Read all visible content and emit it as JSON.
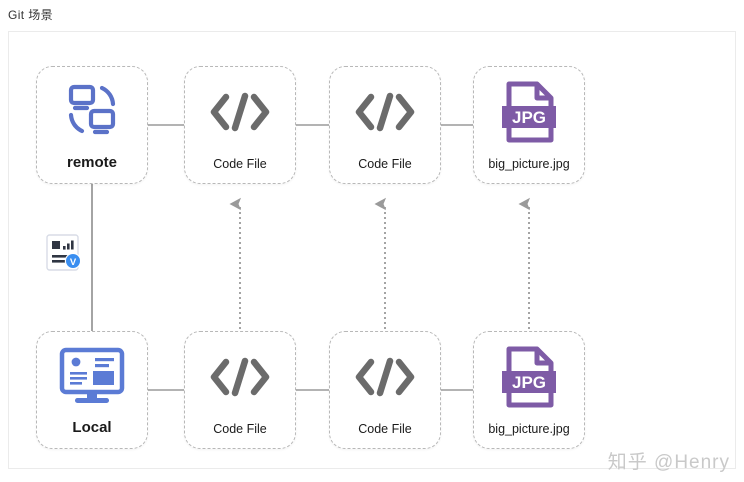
{
  "page": {
    "title": "Git 场景",
    "watermark": "知乎 @Henry"
  },
  "colors": {
    "canvas_border": "#ebebeb",
    "node_border": "#b8b8b8",
    "edge_solid": "#9a9a9a",
    "edge_dotted": "#9a9a9a",
    "code_icon": "#6b6b6b",
    "jpg_icon": "#7e5ba6",
    "remote_icon": "#5b72c8",
    "local_icon": "#5b7bd5",
    "badge_blue": "#3a8ef0",
    "label_text": "#1a1a1a",
    "watermark_text": "#c9c9c9"
  },
  "diagram": {
    "rows": [
      {
        "name": "remote-row",
        "nodes": [
          {
            "id": "remote",
            "label": "remote",
            "icon": "remote-sync-icon",
            "emphasis": "strong"
          },
          {
            "id": "code-1",
            "label": "Code File",
            "icon": "code-file-icon",
            "emphasis": "normal"
          },
          {
            "id": "code-2",
            "label": "Code File",
            "icon": "code-file-icon",
            "emphasis": "normal"
          },
          {
            "id": "jpg-1",
            "label": "big_picture.jpg",
            "icon": "jpg-file-icon",
            "emphasis": "normal"
          }
        ]
      },
      {
        "name": "local-row",
        "nodes": [
          {
            "id": "local",
            "label": "Local",
            "icon": "desktop-monitor-icon",
            "emphasis": "strong"
          },
          {
            "id": "code-3",
            "label": "Code File",
            "icon": "code-file-icon",
            "emphasis": "normal"
          },
          {
            "id": "code-4",
            "label": "Code File",
            "icon": "code-file-icon",
            "emphasis": "normal"
          },
          {
            "id": "jpg-2",
            "label": "big_picture.jpg",
            "icon": "jpg-file-icon",
            "emphasis": "normal"
          }
        ]
      }
    ],
    "edges": [
      {
        "from": "remote",
        "to": "code-1",
        "style": "solid",
        "direction": "none"
      },
      {
        "from": "code-1",
        "to": "code-2",
        "style": "solid",
        "direction": "none"
      },
      {
        "from": "code-2",
        "to": "jpg-1",
        "style": "solid",
        "direction": "none"
      },
      {
        "from": "local",
        "to": "code-3",
        "style": "solid",
        "direction": "none"
      },
      {
        "from": "code-3",
        "to": "code-4",
        "style": "solid",
        "direction": "none"
      },
      {
        "from": "code-4",
        "to": "jpg-2",
        "style": "solid",
        "direction": "none"
      },
      {
        "from": "remote",
        "to": "local",
        "style": "solid",
        "direction": "none"
      },
      {
        "from": "code-3",
        "to": "code-1",
        "style": "dotted",
        "direction": "up"
      },
      {
        "from": "code-4",
        "to": "code-2",
        "style": "dotted",
        "direction": "up"
      },
      {
        "from": "jpg-2",
        "to": "jpg-1",
        "style": "dotted",
        "direction": "up"
      }
    ],
    "badge": {
      "name": "report-document-badge",
      "icon": "report-document-icon",
      "check_icon": "verified-v-badge-icon"
    }
  }
}
